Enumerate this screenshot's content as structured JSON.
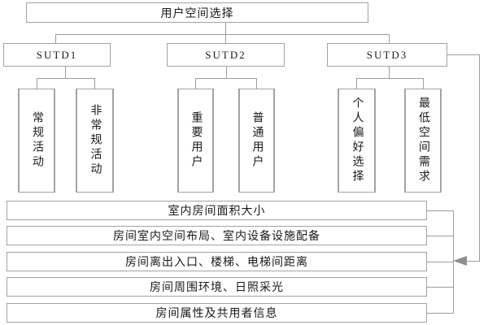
{
  "diagram": {
    "title": "用户空间选择 decision flowchart",
    "root": {
      "label": "用户空间选择"
    },
    "groups": [
      {
        "label": "SUTD1",
        "children": [
          {
            "label": "常规活动"
          },
          {
            "label": "非常规活动"
          }
        ]
      },
      {
        "label": "SUTD2",
        "children": [
          {
            "label": "重要用户"
          },
          {
            "label": "普通用户"
          }
        ]
      },
      {
        "label": "SUTD3",
        "children": [
          {
            "label": "个人偏好选择"
          },
          {
            "label": "最低空间需求"
          }
        ]
      }
    ],
    "criteria": [
      "室内房间面积大小",
      "房间室内空间布局、室内设备设施配备",
      "房间离出入口、楼梯、电梯间距离",
      "房间周围环境、日照采光",
      "房间属性及共用者信息"
    ],
    "arrow": {
      "direction": "left",
      "from": "SUTD3",
      "into": "criteria-bus"
    },
    "colors": {
      "background": "#ffffff",
      "box_border": "#a3a3a3",
      "connector_line": "#9d9d9d",
      "arrow": "#8f8f8f",
      "text": "#1b1b1b"
    }
  }
}
